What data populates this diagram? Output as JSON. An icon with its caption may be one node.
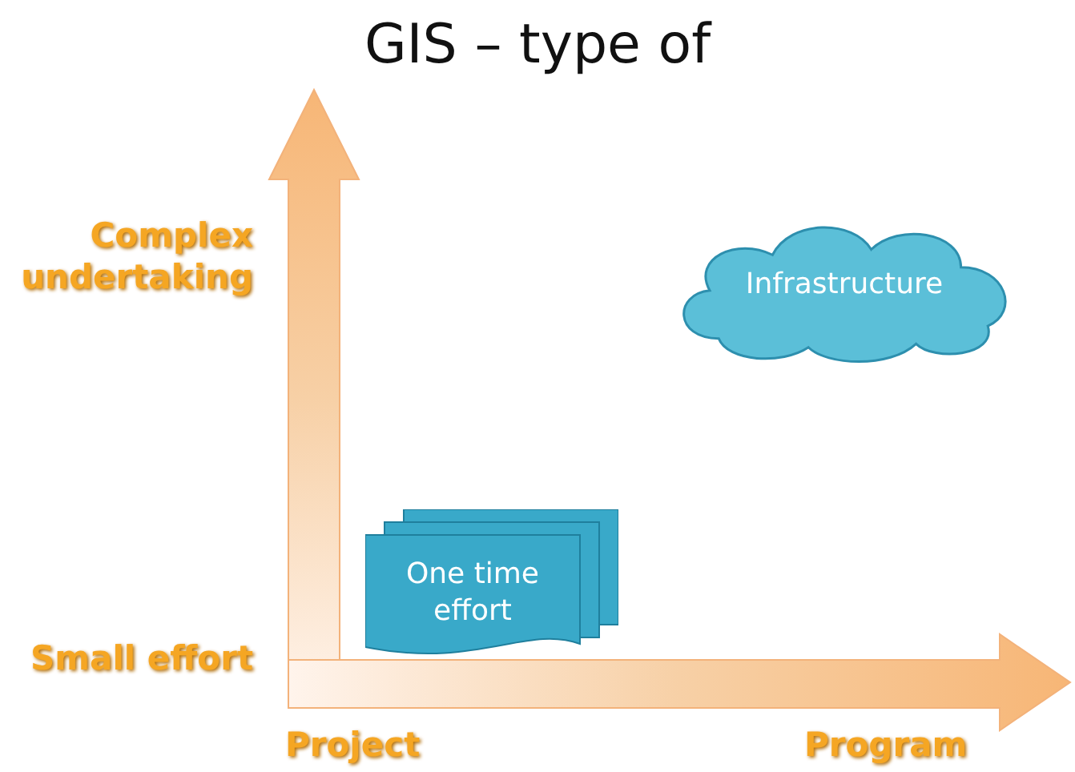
{
  "diagram": {
    "title": "GIS – type of",
    "nodes": [
      {
        "text": [
          "Infrastructure"
        ]
      },
      {
        "text": [
          "One time effort"
        ]
      }
    ],
    "edges": [],
    "labels": [
      "Complex undertaking",
      "Small effort",
      "Project",
      "Program"
    ]
  }
}
